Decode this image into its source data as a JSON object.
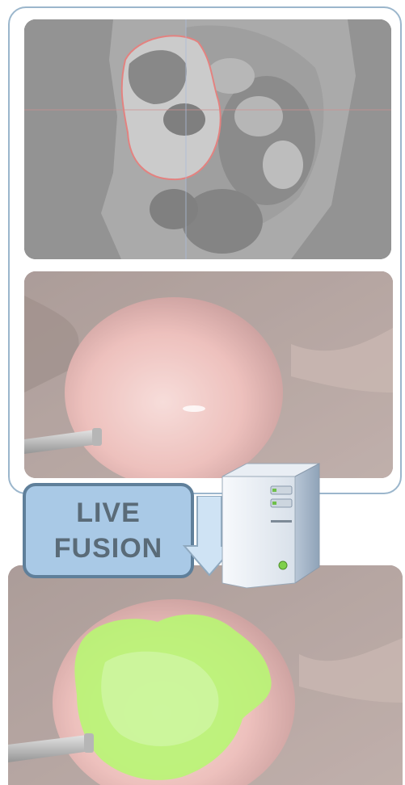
{
  "label": {
    "line1": "LIVE",
    "line2": "FUSION"
  },
  "icons": {
    "arrow": "down-arrow-icon",
    "server": "server-tower-icon"
  },
  "colors": {
    "frame_border": "#9bb6cc",
    "label_fill": "#a9c9e6",
    "label_border": "#5f7f9a",
    "label_text": "#5a6b78",
    "segmentation_contour": "#d9534f",
    "fluorescence_overlay": "#9cf53c"
  },
  "images": {
    "mri": "mri-slice-image",
    "endoscopic": "endoscopic-view-image",
    "fused": "fused-fluorescence-image"
  }
}
